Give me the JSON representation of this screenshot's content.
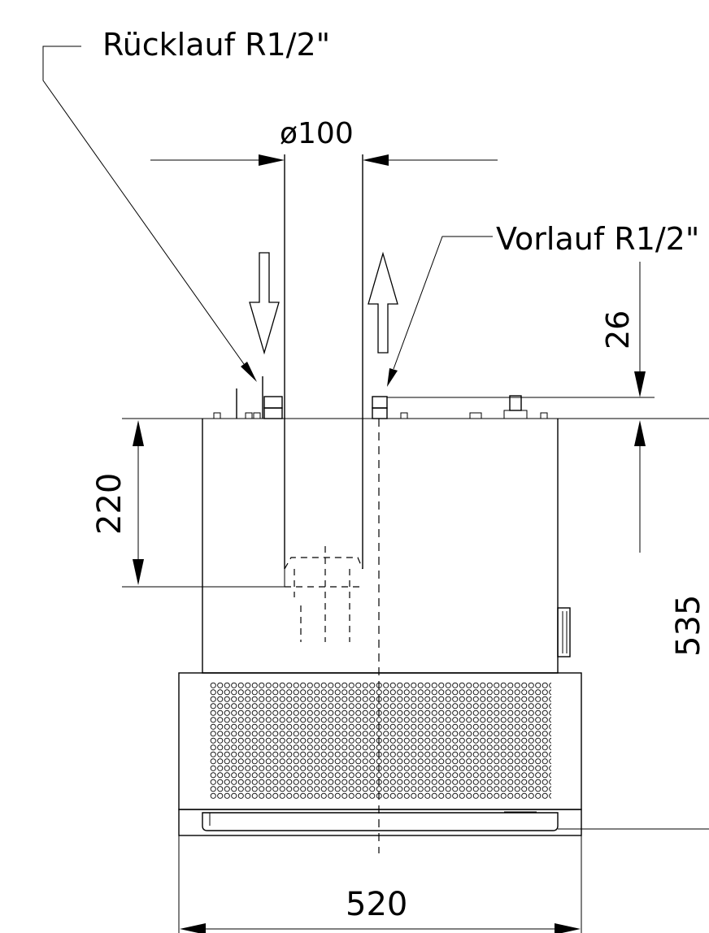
{
  "labels": {
    "return_connection": "Rücklauf R1/2\"",
    "supply_connection": "Vorlauf R1/2\""
  },
  "dimensions": {
    "pipe_diameter": "ø100",
    "connection_height": "26",
    "insertion_depth": "220",
    "total_height": "535",
    "width": "520"
  },
  "icons": {
    "flow_in": "arrow-down-icon",
    "flow_out": "arrow-up-icon"
  }
}
